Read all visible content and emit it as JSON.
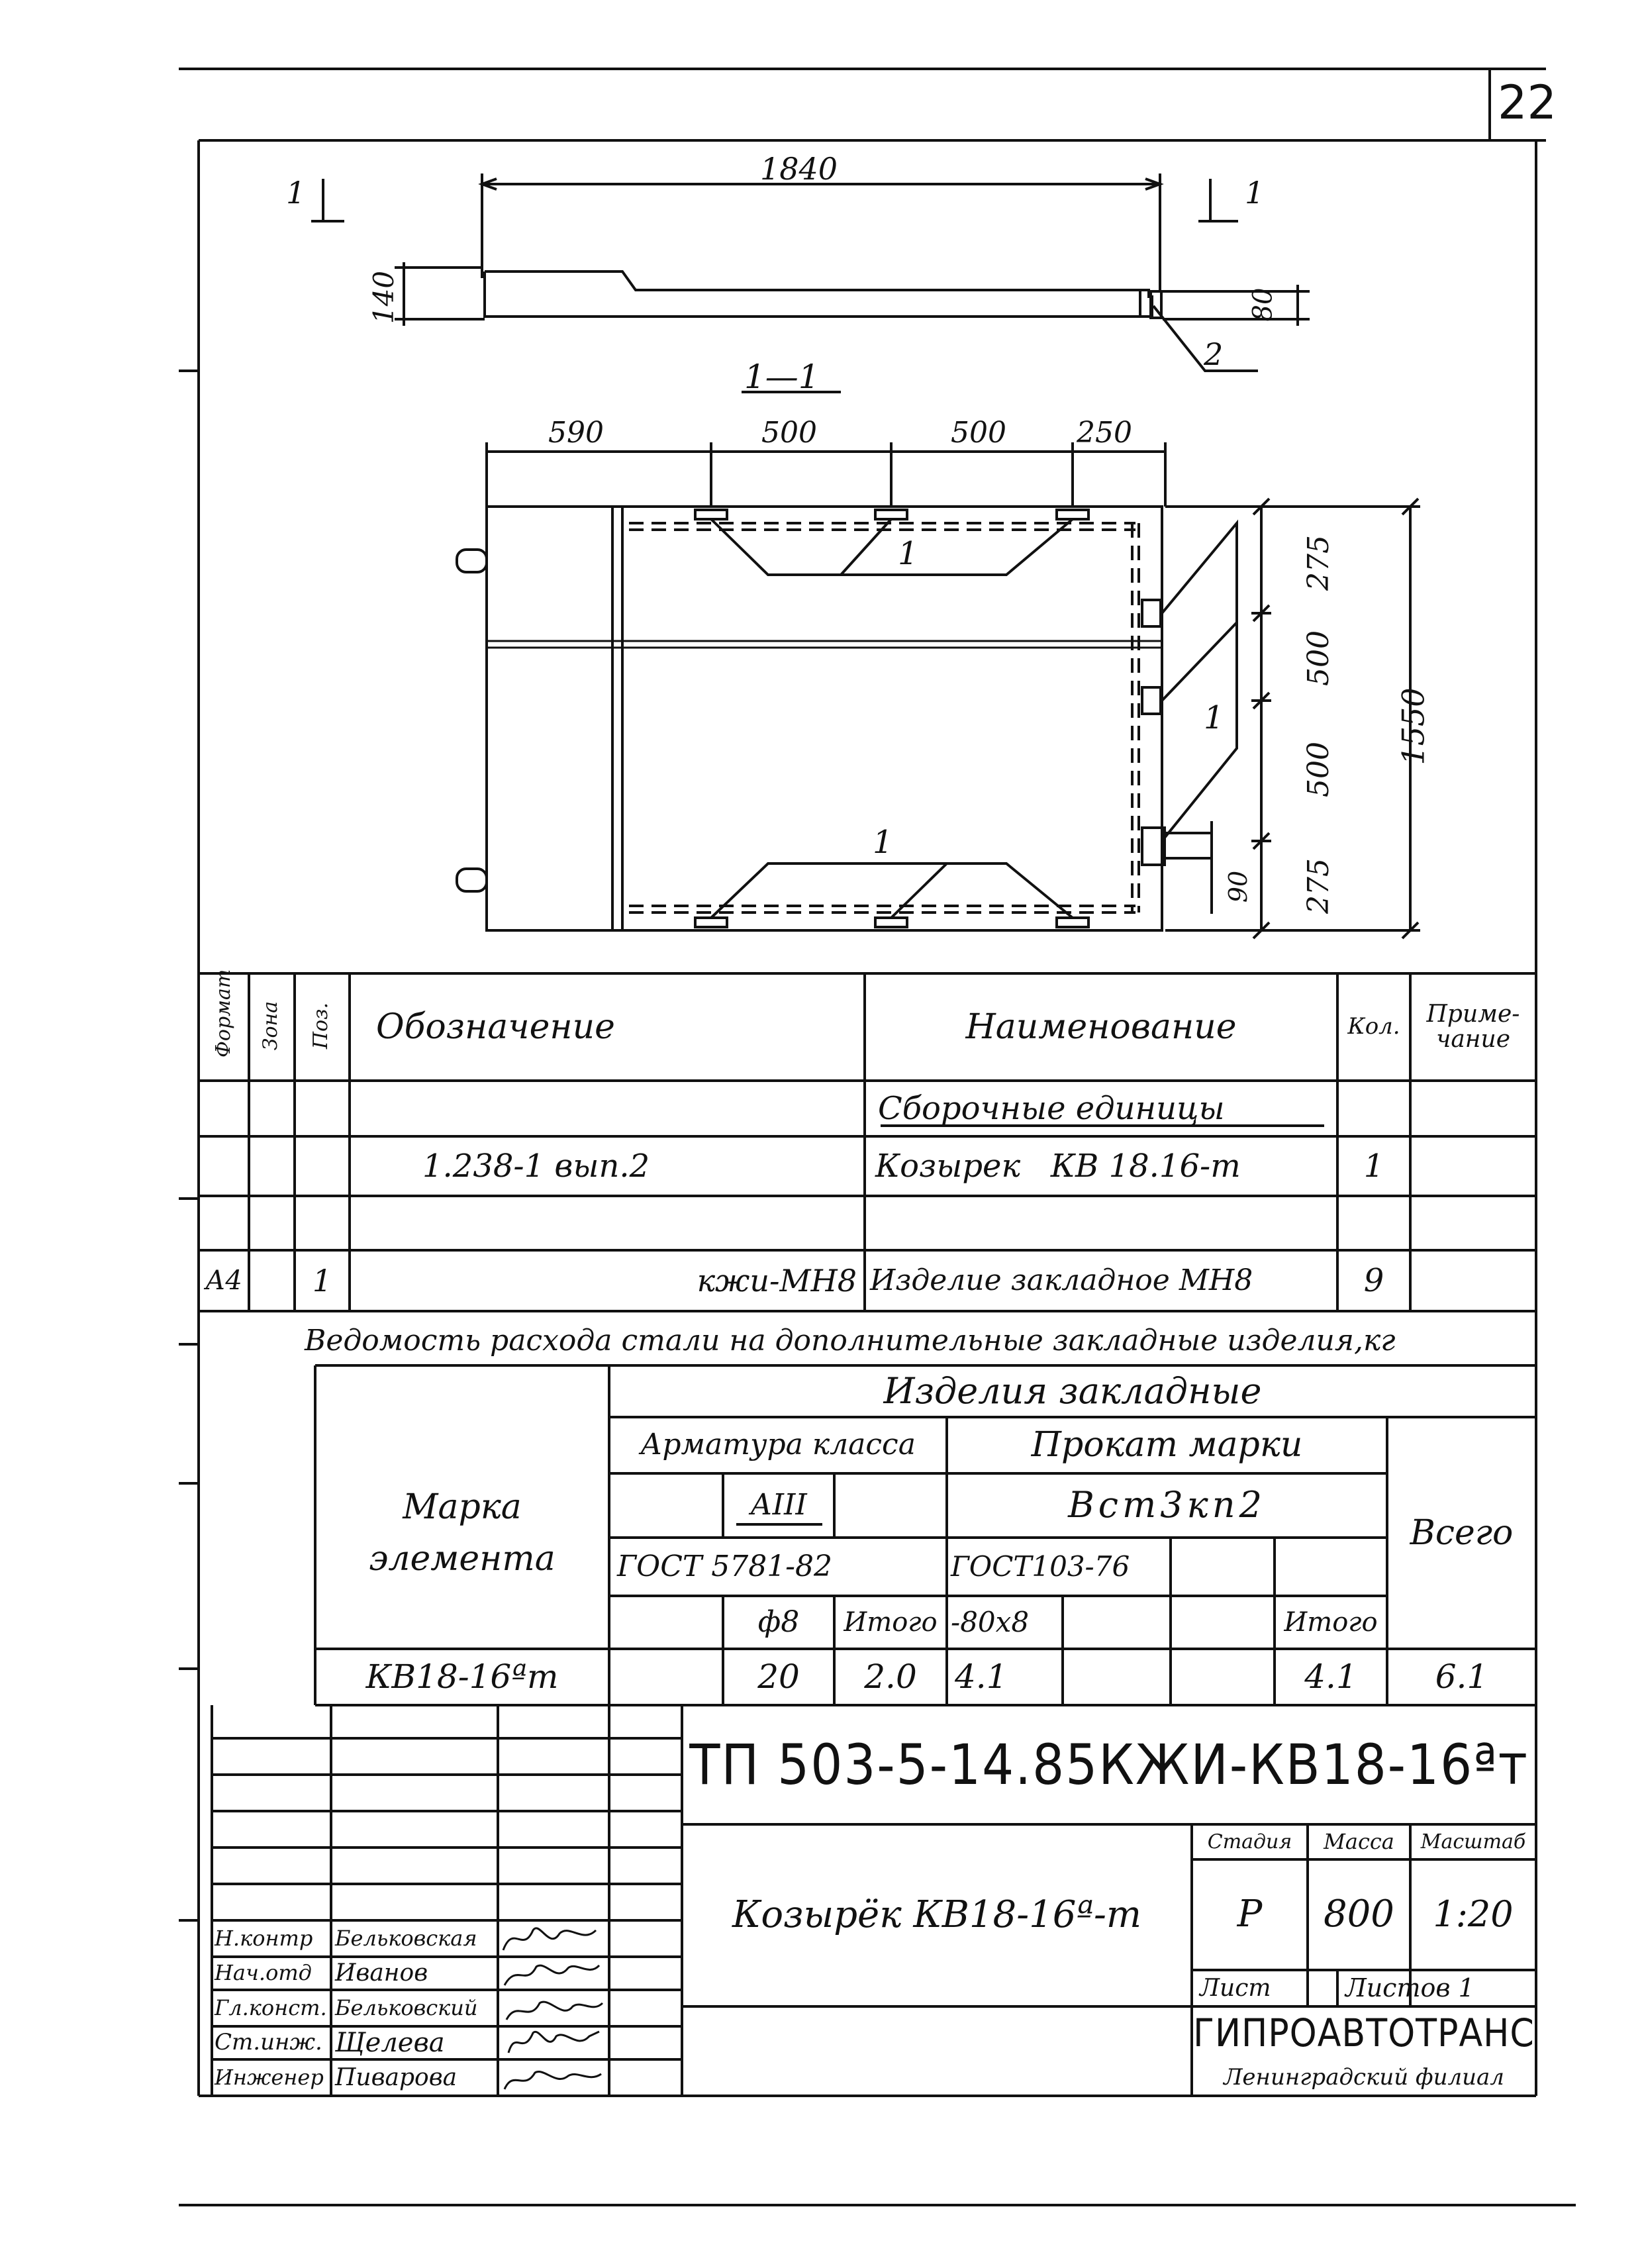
{
  "sheet": {
    "number": "22"
  },
  "drawing": {
    "overall_length": "1840",
    "height_left": "140",
    "height_right": "80",
    "section_mark_left": "1",
    "section_mark_right": "1",
    "leader_label": "2",
    "section_title": "1—1",
    "dims_top": [
      "590",
      "500",
      "500",
      "250"
    ],
    "dims_right": [
      "275",
      "500",
      "500",
      "275"
    ],
    "dim_total_width": "1550",
    "dim_small": "90",
    "part_label_1": "1"
  },
  "spec_table": {
    "headers": {
      "format": "Формат",
      "zone": "Зона",
      "pos": "Поз.",
      "designation": "Обозначение",
      "name": "Наименование",
      "qty": "Кол.",
      "note": "Приме-\nчание"
    },
    "section_heading": "Сборочные единицы",
    "rows": [
      {
        "format": "",
        "zone": "",
        "pos": "",
        "designation": "1.238-1 вып.2",
        "name": "Козырек   КВ 18.16-т",
        "qty": "1",
        "note": ""
      },
      {
        "format": "А4",
        "zone": "",
        "pos": "1",
        "designation": "кжи-МН8",
        "name": "Изделие закладное МН8",
        "qty": "9",
        "note": ""
      }
    ]
  },
  "steel_table": {
    "title": "Ведомость расхода стали на дополнительные закладные изделия,кг",
    "col_element": "Марка\nэлемента",
    "group_header": "Изделия закладные",
    "rebar_header": "Арматура класса",
    "rebar_class": "АIII",
    "rebar_gost": "ГОСТ 5781-82",
    "rebar_dia": "ф8",
    "rebar_total": "Итого",
    "rolled_header": "Прокат марки",
    "rolled_grade": "Вст3кп2",
    "rolled_gost": "ГОСТ103-76",
    "rolled_profile": "-80х8",
    "rolled_total": "Итого",
    "grand_total_header": "Всего",
    "row": {
      "element": "КВ18-16ªт",
      "rebar_dia": "20",
      "rebar_total": "2.0",
      "rolled_profile": "4.1",
      "rolled_total": "4.1",
      "grand_total": "6.1"
    }
  },
  "title_block": {
    "code": "ТП 503-5-14.85КЖИ-КВ18-16ªт",
    "product_name": "Козырёк КВ18-16ª-т",
    "stage_label": "Стадия",
    "mass_label": "Масса",
    "scale_label": "Масштаб",
    "stage": "Р",
    "mass": "800",
    "scale": "1:20",
    "sheet_label": "Лист",
    "sheets_label": "Листов 1",
    "organization": "ГИПРОАВТОТРАНС",
    "branch": "Ленинградский филиал",
    "signers": [
      {
        "role": "Н.контр",
        "name": "Бельковская"
      },
      {
        "role": "Нач.отд",
        "name": "Иванов"
      },
      {
        "role": "Гл.конст.",
        "name": "Бельковский"
      },
      {
        "role": "Ст.инж.",
        "name": "Щелева"
      },
      {
        "role": "Инженер",
        "name": "Пиварова"
      }
    ]
  }
}
